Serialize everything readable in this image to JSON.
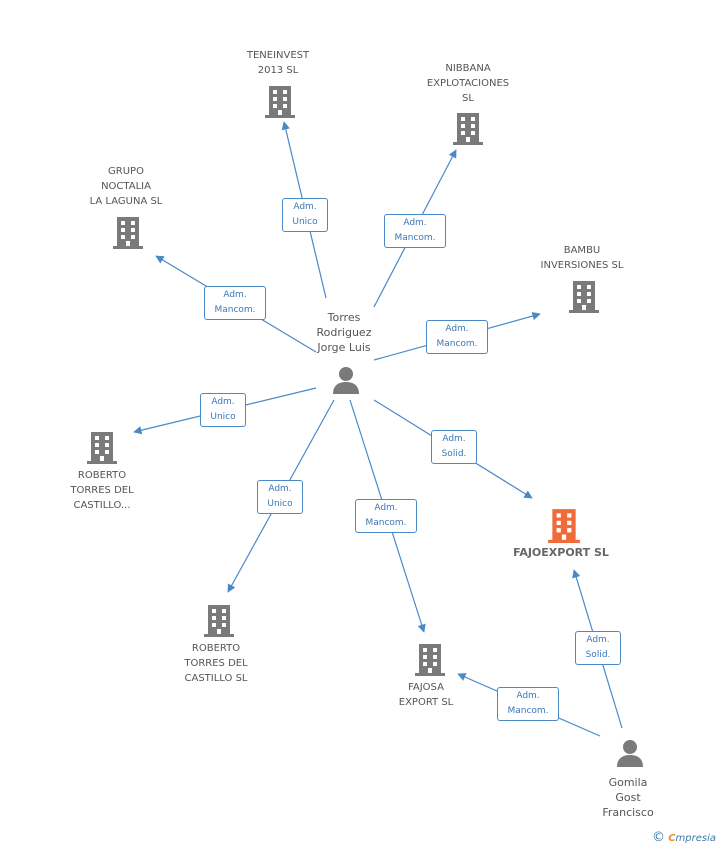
{
  "companies": {
    "teneinvest": "TENEINVEST\n2013  SL",
    "nibbana": "NIBBANA\nEXPLOTACIONES\nSL",
    "noctalia": "GRUPO\nNOCTALIA\nLA LAGUNA SL",
    "bambu": "BAMBU\nINVERSIONES SL",
    "roberto1": "ROBERTO\nTORRES DEL\nCASTILLO...",
    "roberto2": "ROBERTO\nTORRES DEL\nCASTILLO SL",
    "fajosa": "FAJOSA\nEXPORT SL",
    "fajoexport": "FAJOEXPORT SL"
  },
  "people": {
    "torres": "Torres\nRodriguez\nJorge Luis",
    "gomila": "Gomila\nGost\nFrancisco"
  },
  "relations": {
    "teneinvest": "Adm.\nUnico",
    "nibbana": "Adm.\nMancom.",
    "noctalia": "Adm.\nMancom.",
    "bambu": "Adm.\nMancom.",
    "roberto1": "Adm.\nUnico",
    "roberto2": "Adm.\nUnico",
    "fajosa_torres": "Adm.\nMancom.",
    "fajoexport_torres": "Adm.\nSolid.",
    "fajoexport_gomila": "Adm.\nSolid.",
    "fajosa_gomila": "Adm.\nMancom."
  },
  "colors": {
    "building": "#7a7a7a",
    "building_main": "#f06a3a",
    "edge": "#4a89c8",
    "person": "#7a7a7a"
  },
  "footer": {
    "copyright": "©",
    "brand_e": "C",
    "brand_rest": "mpresia"
  }
}
